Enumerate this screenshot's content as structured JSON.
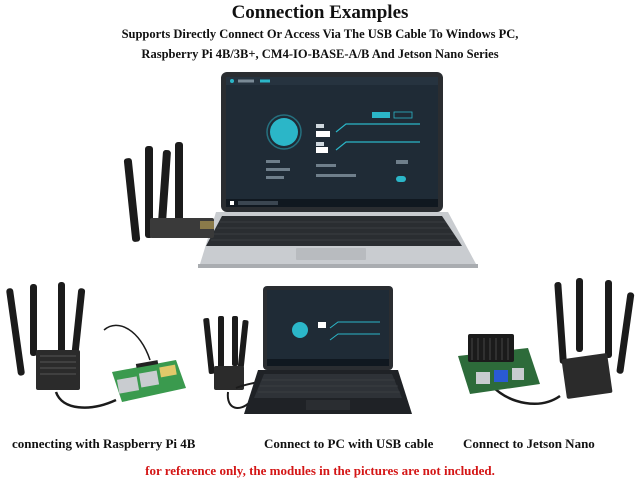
{
  "header": {
    "title": "Connection Examples",
    "subtitle_line1": "Supports Directly Connect Or Access Via The USB Cable To Windows PC,",
    "subtitle_line2": "Raspberry Pi 4B/3B+, CM4-IO-BASE-A/B And Jetson Nano Series"
  },
  "captions": {
    "raspberry_pi": "connecting with Raspberry Pi 4B",
    "pc": "Connect to PC with USB cable",
    "jetson": "Connect to Jetson Nano"
  },
  "disclaimer": "for reference only, the modules in the pictures are not included.",
  "colors": {
    "disclaimer": "#d41616",
    "laptop_body": "#c9ccd0",
    "screen_bg": "#1f2b36",
    "accent": "#2bb6c8",
    "board_green": "#3a9a4e",
    "antenna": "#1b1b1b"
  }
}
